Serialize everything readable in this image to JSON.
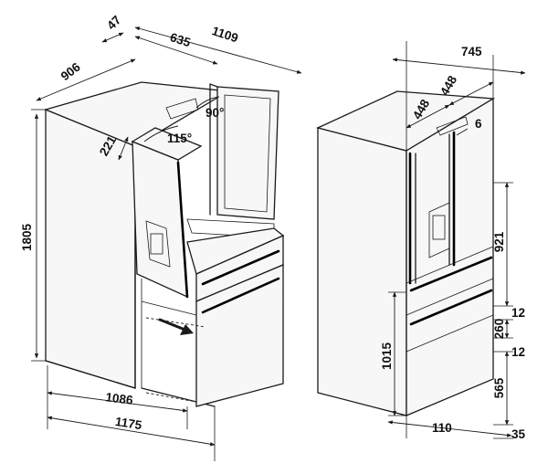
{
  "dimensions_open": {
    "door_thickness": "47",
    "depth": "906",
    "depth_doors_closed": "635",
    "depth_door_open": "1109",
    "height": "1805",
    "door_open_offset": "221",
    "angle_90": "90°",
    "angle_115": "115°",
    "width_body": "1086",
    "width_total": "1175"
  },
  "dimensions_closed": {
    "width": "745",
    "door_left": "448",
    "door_right": "448",
    "gap": "6",
    "upper_section": "921",
    "gap_upper": "12",
    "drawer_mid": "260",
    "gap_lower": "12",
    "drawer_bottom": "565",
    "plinth": "35",
    "handle_height": "1015",
    "foot_width": "110"
  },
  "colors": {
    "line": "#1a1a1a",
    "background": "#ffffff"
  }
}
